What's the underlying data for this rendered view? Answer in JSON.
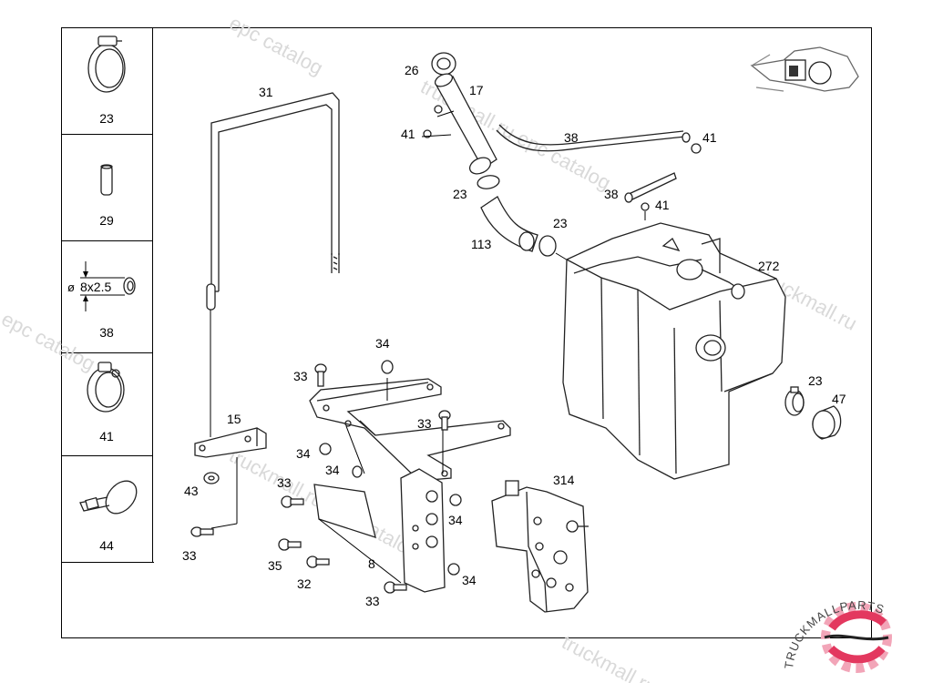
{
  "sidebar": {
    "items": [
      {
        "number": "23",
        "icon": "hose-clamp-icon"
      },
      {
        "number": "29",
        "icon": "sleeve-icon"
      },
      {
        "number": "38",
        "icon": "hose-dimension-icon",
        "dimension": "8x2.5",
        "diameter_symbol": "ø"
      },
      {
        "number": "41",
        "icon": "spring-clamp-icon"
      },
      {
        "number": "44",
        "icon": "cable-tie-icon"
      }
    ]
  },
  "callouts": {
    "c26": "26",
    "c17": "17",
    "c31": "31",
    "c41a": "41",
    "c38a": "38",
    "c41b": "41",
    "c23a": "23",
    "c38b": "38",
    "c41c": "41",
    "c23b": "23",
    "c113": "113",
    "c272": "272",
    "c23c": "23",
    "c47": "47",
    "c34a": "34",
    "c33a": "33",
    "c15": "15",
    "c33b": "33",
    "c34b": "34",
    "c34c": "34",
    "c43": "43",
    "c33c": "33",
    "c33d": "33",
    "c35": "35",
    "c8": "8",
    "c32": "32",
    "c33e": "33",
    "c34d": "34",
    "c34e": "34",
    "c314": "314"
  },
  "watermark": {
    "text_epc": "truckmall.ru epc catalog",
    "text_epc_short": "epc catalog",
    "text_ru": "truckmall.ru",
    "text_mid": "truckmall.ru epc catalog"
  },
  "logo": {
    "text": "TRUCKMALLPARTS",
    "colors": {
      "primary": "#e3385f",
      "dark": "#222222",
      "light": "#f2a5b8"
    }
  }
}
